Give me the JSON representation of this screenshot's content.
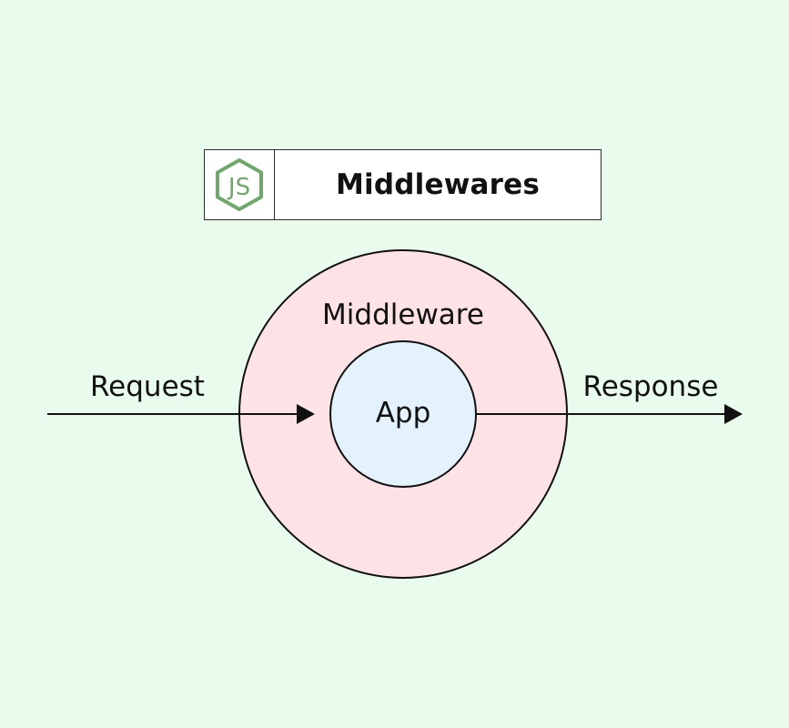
{
  "header": {
    "logo_icon": "nodejs-logo-icon",
    "logo_text": "JS",
    "title": "Middlewares"
  },
  "diagram": {
    "outer_label": "Middleware",
    "inner_label": "App",
    "request_label": "Request",
    "response_label": "Response"
  },
  "colors": {
    "background": "#e9fbec",
    "outer_circle": "#fde2e6",
    "inner_circle": "#e3f2fd",
    "logo": "#6ea96a",
    "stroke": "#111111"
  }
}
